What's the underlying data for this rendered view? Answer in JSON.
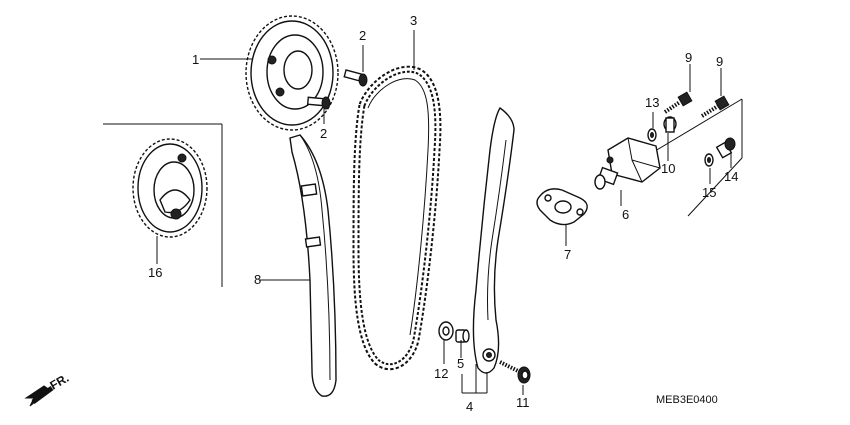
{
  "diagram_code": "MEB3E0400",
  "direction_label": "FR.",
  "callouts": [
    "1",
    "2",
    "2",
    "3",
    "4",
    "5",
    "6",
    "7",
    "8",
    "9",
    "9",
    "10",
    "11",
    "12",
    "13",
    "14",
    "15",
    "16"
  ]
}
